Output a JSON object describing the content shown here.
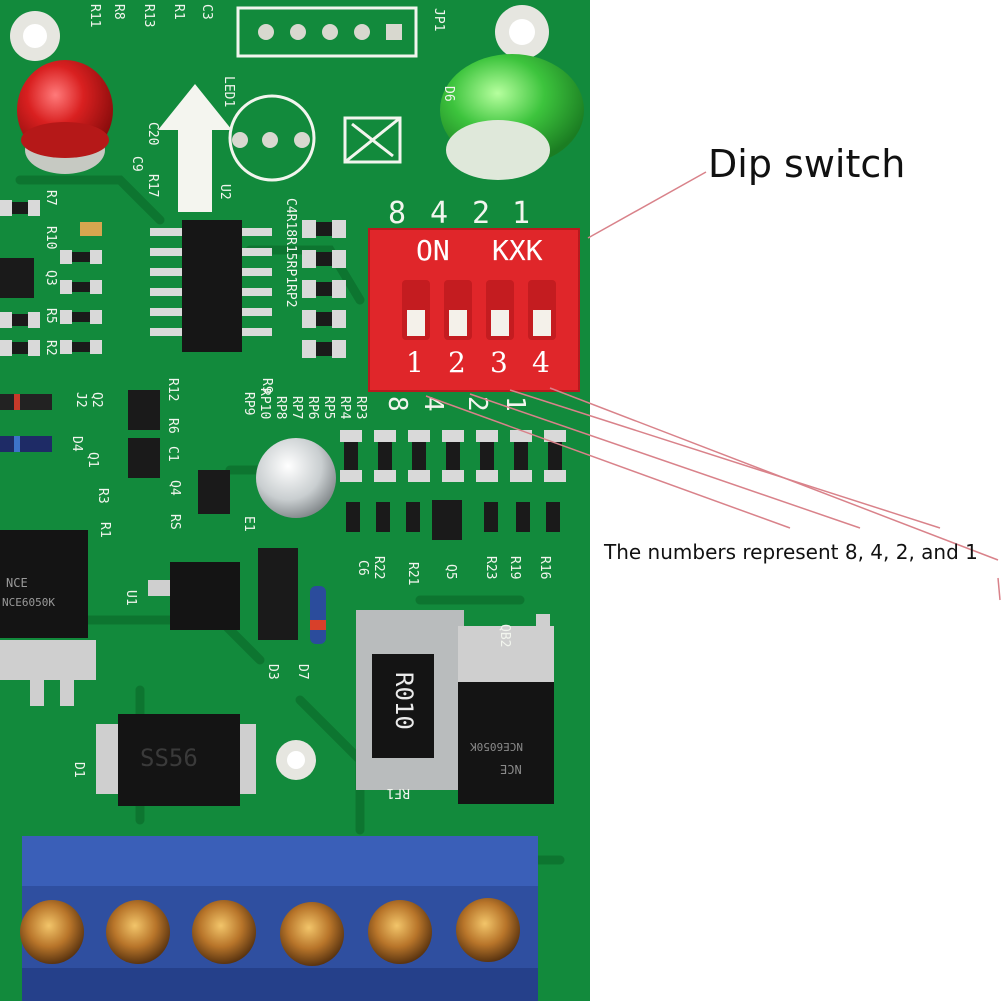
{
  "callouts": {
    "title": "Dip switch",
    "caption": "The numbers represent 8, 4, 2, and 1"
  },
  "dip_switch": {
    "top_weights": [
      "8",
      "4",
      "2",
      "1"
    ],
    "brand_left": "ON",
    "brand_right": "KXK",
    "positions": [
      "1",
      "2",
      "3",
      "4"
    ],
    "lower_weights": [
      "8",
      "4",
      "2",
      "1"
    ]
  },
  "board_labels": {
    "top_row": [
      "R11",
      "R8",
      "R13",
      "R1",
      "C3"
    ],
    "jp1": "JP1",
    "d6": "D6",
    "led1": "LED1",
    "c20": "C20",
    "c9": "C9",
    "r17": "R17",
    "u2": "U2",
    "rp_block": "C4R18R15RP1RP2",
    "r7": "R7",
    "r10": "R10",
    "q3": "Q3",
    "r5": "R5",
    "r2": "R2",
    "j2": "J2",
    "q2": "Q2",
    "r12": "R12",
    "r6": "R6",
    "c1": "C1",
    "q1": "Q1",
    "d4": "D4",
    "r3": "R3",
    "r9": "R9",
    "rp_row": [
      "RP9",
      "RP10",
      "RP8",
      "RP7",
      "RP6",
      "RP5",
      "RP4",
      "RP3"
    ],
    "q4": "Q4",
    "rs": "RS",
    "e1": "E1",
    "r1": "R1",
    "u1": "U1",
    "d3": "D3",
    "d7": "D7",
    "lower_row": [
      "C6",
      "R22",
      "R21",
      "Q5",
      "R23",
      "R19",
      "R16"
    ],
    "qb2": "QB2",
    "shunt": "R010",
    "ss56": "SS56",
    "mosfet": "NCE6050K",
    "mosfet_small": "NCE",
    "rf1": "RF1",
    "d1": "D1"
  },
  "colors": {
    "board": "#128a3c",
    "dip_body": "#e0262a",
    "terminal_block": "#2f4fa0",
    "led_red": "#d92020",
    "led_green": "#3dc43d",
    "leader_line": "#d9828a"
  }
}
